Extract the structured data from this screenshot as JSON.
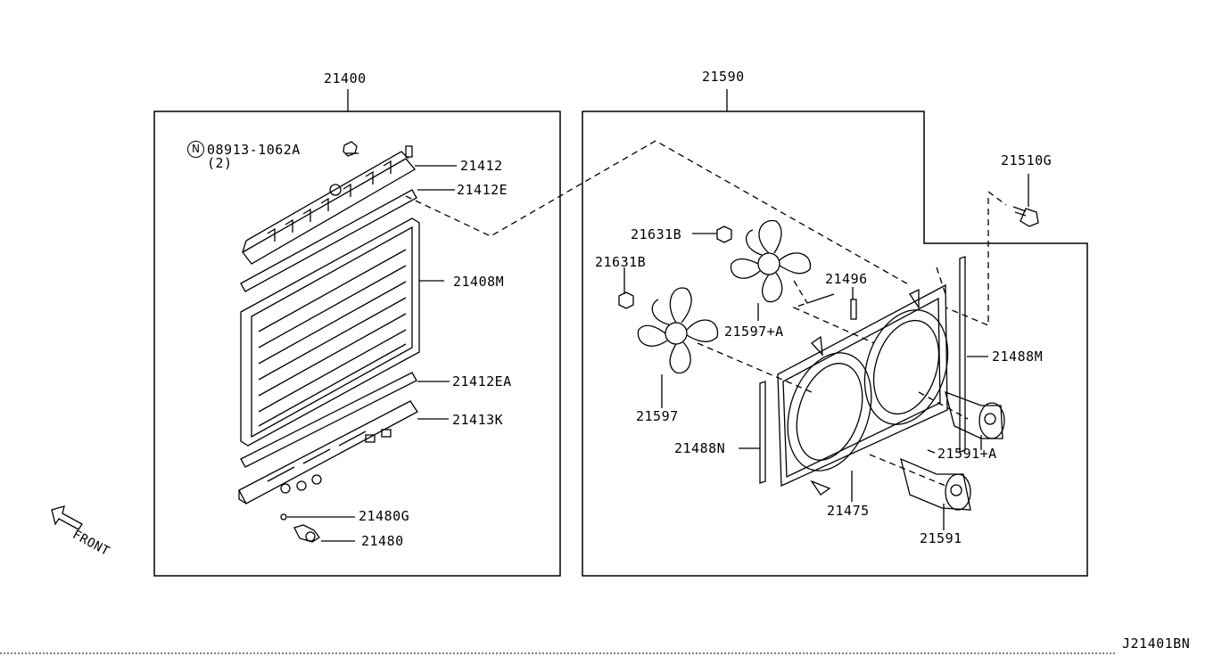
{
  "groups": {
    "radiator_assembly": "21400",
    "fan_assembly": "21590"
  },
  "parts": {
    "p21412": "21412",
    "p21412E": "21412E",
    "p21408M": "21408M",
    "p21412EA": "21412EA",
    "p21413K": "21413K",
    "p21480G": "21480G",
    "p21480": "21480",
    "p21510G": "21510G",
    "p21631B_top": "21631B",
    "p21631B_left": "21631B",
    "p21496": "21496",
    "p21597A": "21597+A",
    "p21597": "21597",
    "p21488M": "21488M",
    "p21488N": "21488N",
    "p21591A": "21591+A",
    "p21475": "21475",
    "p21591": "21591"
  },
  "nut": {
    "prefix_symbol": "N",
    "part_number": "08913-1062A",
    "quantity": "(2)"
  },
  "direction_label": "FRONT",
  "diagram_id": "J21401BN"
}
